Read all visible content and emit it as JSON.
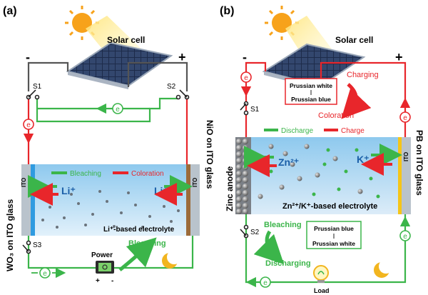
{
  "panel_a": {
    "label": "(a)",
    "solar_cell": "Solar cell",
    "minus": "-",
    "plus": "+",
    "switch1": "S1",
    "switch2": "S2",
    "switch3": "S3",
    "electron": "e",
    "legend_bleaching": "Bleaching",
    "legend_coloration": "Coloration",
    "ito_left": "ITO",
    "ito_right": "ITO",
    "ion_left": "Li⁺",
    "ion_right": "Li⁺",
    "left_electrode": "WO₃ on ITO glass",
    "right_electrode": "NiO on ITO glass",
    "electrolyte": "Li⁺-based electrolyte",
    "bleaching_label": "Bleaching",
    "power": "Power",
    "power_plus": "+",
    "power_minus": "-"
  },
  "panel_b": {
    "label": "(b)",
    "solar_cell": "Solar cell",
    "minus": "-",
    "plus": "+",
    "switch1": "S1",
    "switch2": "S2",
    "electron": "e",
    "charging": "Charging",
    "coloration": "Coloration",
    "box_top_line1": "Prussian white",
    "box_top_line2": "Prussian blue",
    "legend_discharge": "Discharge",
    "legend_charge": "Charge",
    "ito": "ITO",
    "ion_zn": "Zn²⁺",
    "ion_k": "K⁺",
    "left_electrode": "Zinc anode",
    "right_electrode": "PB on ITO glass",
    "electrolyte": "Zn²⁺/K⁺-based electrolyte",
    "bleaching": "Bleaching",
    "discharging": "Discharging",
    "box_bottom_line1": "Prussian blue",
    "box_bottom_line2": "Prussian white",
    "load": "Load"
  },
  "colors": {
    "wire_green": "#3bb54a",
    "wire_red": "#e8262b",
    "wire_gray": "#555555",
    "electrolyte_top": "#8ec9ee",
    "electrolyte_bottom": "#d8ecfa",
    "wo3_blue": "#2f9be0",
    "nio_brown": "#9c6b3a",
    "pb_yellow": "#f5c518"
  }
}
